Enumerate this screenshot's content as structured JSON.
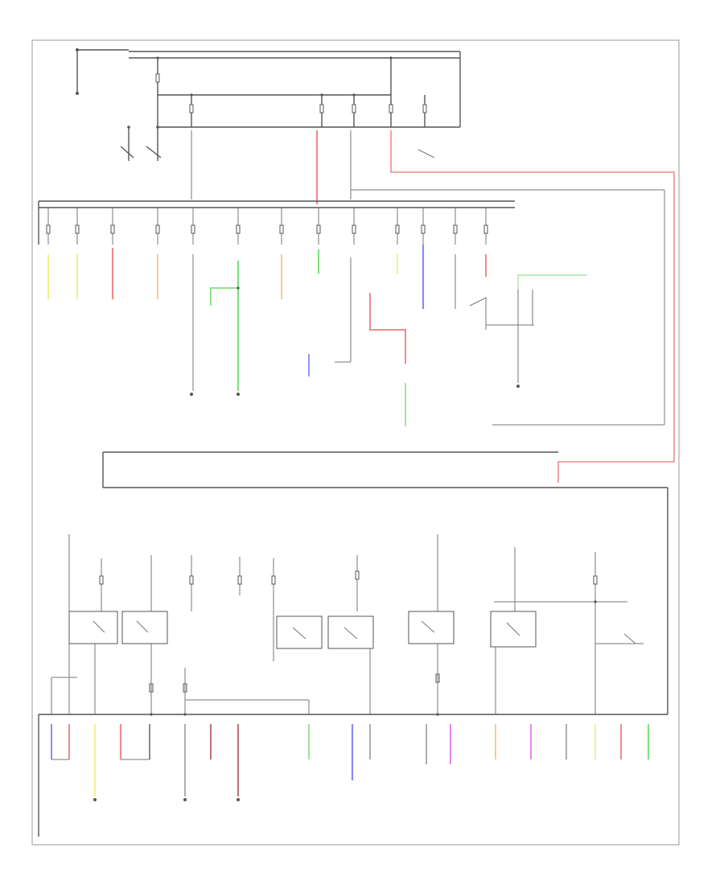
{
  "diagram": {
    "page_ref": "",
    "colors": {
      "wire": "#555555",
      "red": "#f08a8a",
      "yellow": "#f2f28a",
      "green": "#7ee07e",
      "blue": "#8a8af6",
      "orange": "#f7c99a",
      "pink": "#ec86ec",
      "dark_red": "#c07070",
      "light_green": "#9ee09e"
    },
    "icons": [
      "ground-symbol",
      "fuse",
      "relay-switch"
    ]
  }
}
